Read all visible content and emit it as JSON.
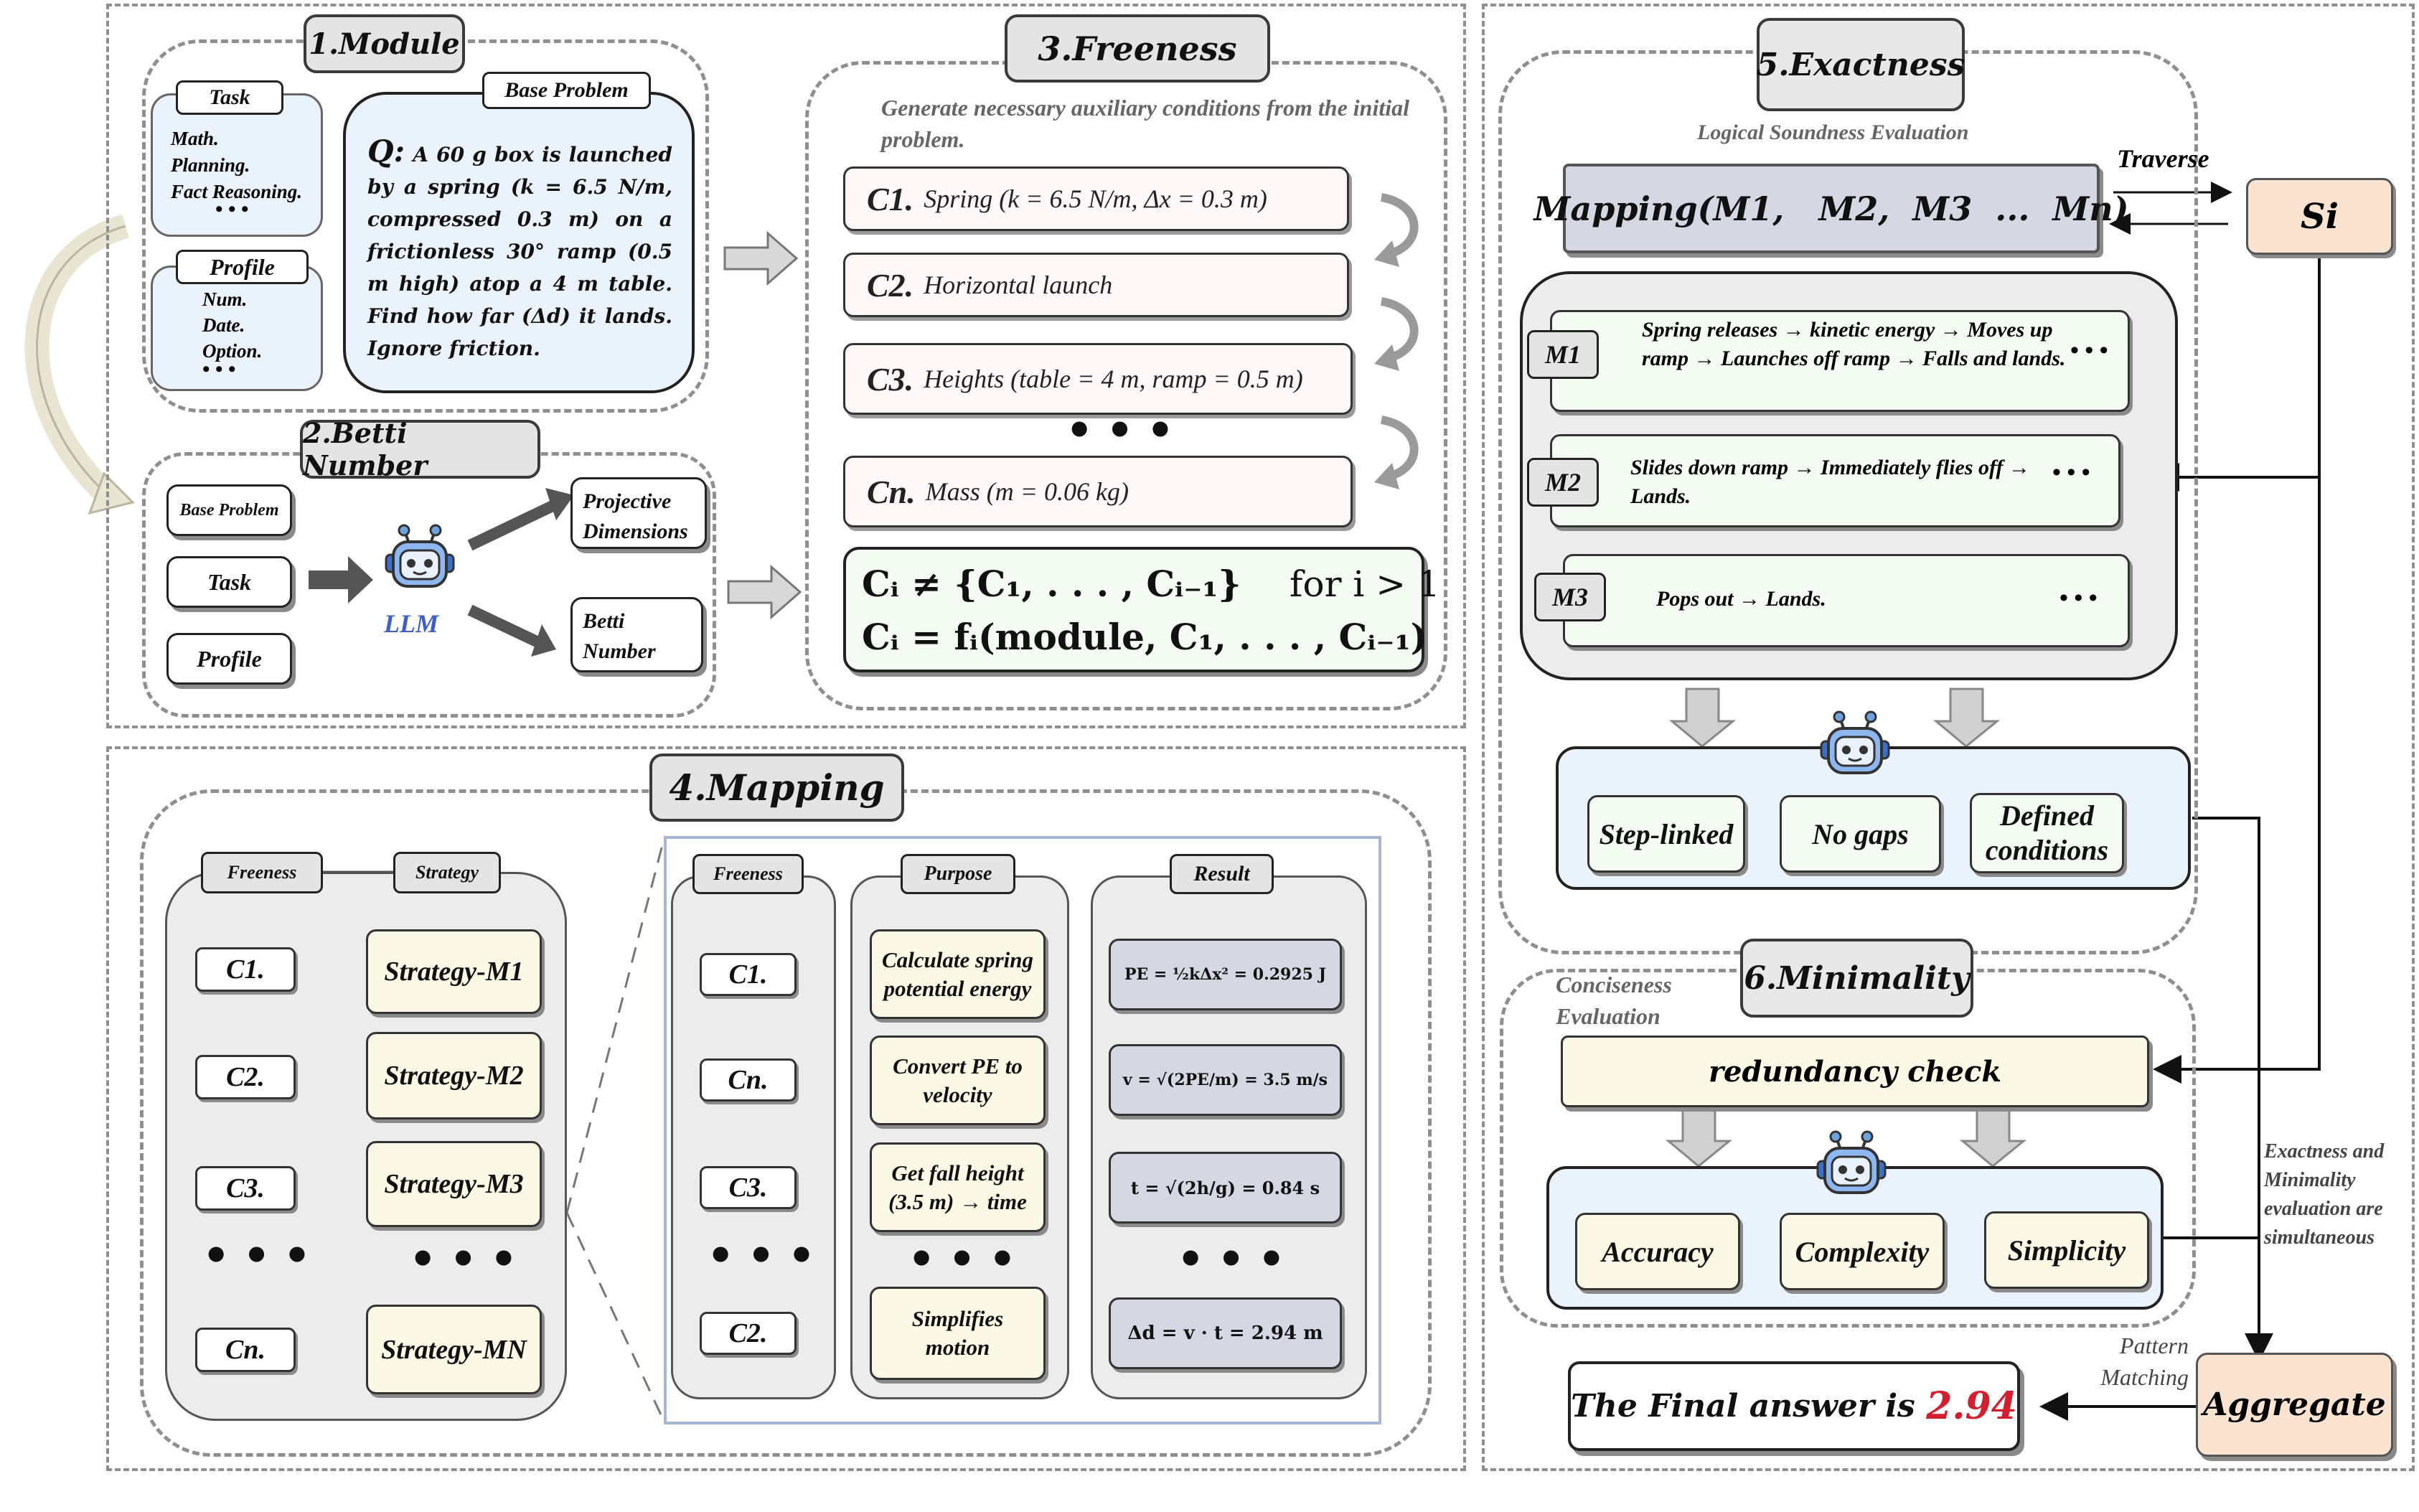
{
  "module": {
    "title": "1.Module",
    "task_label": "Task",
    "task_items": [
      "Math.",
      "Planning.",
      "Fact Reasoning."
    ],
    "profile_label": "Profile",
    "profile_items": [
      "Num.",
      "Date.",
      "Option."
    ],
    "base_problem_label": "Base Problem",
    "question_prefix": "Q:",
    "question_text": "A 60 g box is launched by a spring (k = 6.5 N/m, compressed 0.3 m) on a frictionless 30° ramp (0.5 m high) atop a 4 m table. Find how far (Δd) it lands. Ignore friction."
  },
  "betti": {
    "title": "2.Betti Number",
    "inputs": [
      "Base Problem",
      "Task",
      "Profile"
    ],
    "llm_label": "LLM",
    "outputs": [
      "Projective Dimensions",
      "Betti Number"
    ]
  },
  "freeness": {
    "title": "3.Freeness",
    "subtitle": "Generate necessary auxiliary conditions from the initial problem.",
    "conditions": [
      {
        "id": "C1.",
        "text": "Spring (k = 6.5 N/m, Δx = 0.3 m)"
      },
      {
        "id": "C2.",
        "text": "Horizontal launch"
      },
      {
        "id": "C3.",
        "text": "Heights (table = 4 m, ramp = 0.5 m)"
      },
      {
        "id": "Cn.",
        "text": "Mass (m = 0.06 kg)"
      }
    ],
    "formula_1": "Cᵢ ≠ {C₁, . . . , Cᵢ₋₁}",
    "formula_1_cond": "for i > 1",
    "formula_2": "Cᵢ = fᵢ(module, C₁, . . . , Cᵢ₋₁)"
  },
  "mapping": {
    "title": "4.Mapping",
    "col_freeness": "Freeness",
    "col_strategy": "Strategy",
    "left_conditions": [
      "C1.",
      "C2.",
      "C3.",
      "Cn."
    ],
    "strategies": [
      "Strategy-M1",
      "Strategy-M2",
      "Strategy-M3",
      "Strategy-MN"
    ],
    "col_purpose": "Purpose",
    "col_result": "Result",
    "rows": [
      {
        "cond": "C1.",
        "purpose": "Calculate spring potential energy",
        "result": "PE = ½kΔx² = 0.2925 J"
      },
      {
        "cond": "Cn.",
        "purpose": "Convert PE to velocity",
        "result": "v = √(2PE/m) = 3.5 m/s"
      },
      {
        "cond": "C3.",
        "purpose": "Get fall height (3.5 m) → time",
        "result": "t = √(2h/g) = 0.84 s"
      },
      {
        "cond": "C2.",
        "purpose": "Simplifies motion",
        "result": "Δd = v · t = 2.94 m"
      }
    ]
  },
  "exactness": {
    "title": "5.Exactness",
    "subtitle": "Logical Soundness Evaluation",
    "mapping_label": "Mapping(M1,   M2,  M3  ...  Mn)",
    "traverse_label": "Traverse",
    "si_label": "Si",
    "methods": [
      {
        "id": "M1",
        "text": "Spring releases → kinetic energy → Moves up ramp → Launches off ramp → Falls and lands."
      },
      {
        "id": "M2",
        "text": "Slides down ramp → Immediately flies off → Lands."
      },
      {
        "id": "M3",
        "text": "Pops out → Lands."
      }
    ],
    "criteria": [
      "Step-linked",
      "No gaps",
      "Defined conditions"
    ]
  },
  "minimality": {
    "title": "6.Minimality",
    "subtitle": "Conciseness Evaluation",
    "check_label": "redundancy check",
    "criteria": [
      "Accuracy",
      "Complexity",
      "Simplicity"
    ]
  },
  "side_note": "Exactness and Minimality evaluation are simultaneous",
  "pattern_label": "Pattern Matching",
  "aggregate_label": "Aggregate",
  "final_prefix": "The Final answer is",
  "final_value": "2.94",
  "colors": {
    "peach": "#fbe3d1",
    "cream": "#fbf8e6",
    "slate": "#d5d8e2",
    "accent_red": "#d11f2f",
    "llm_blue": "#3f5fc4"
  }
}
